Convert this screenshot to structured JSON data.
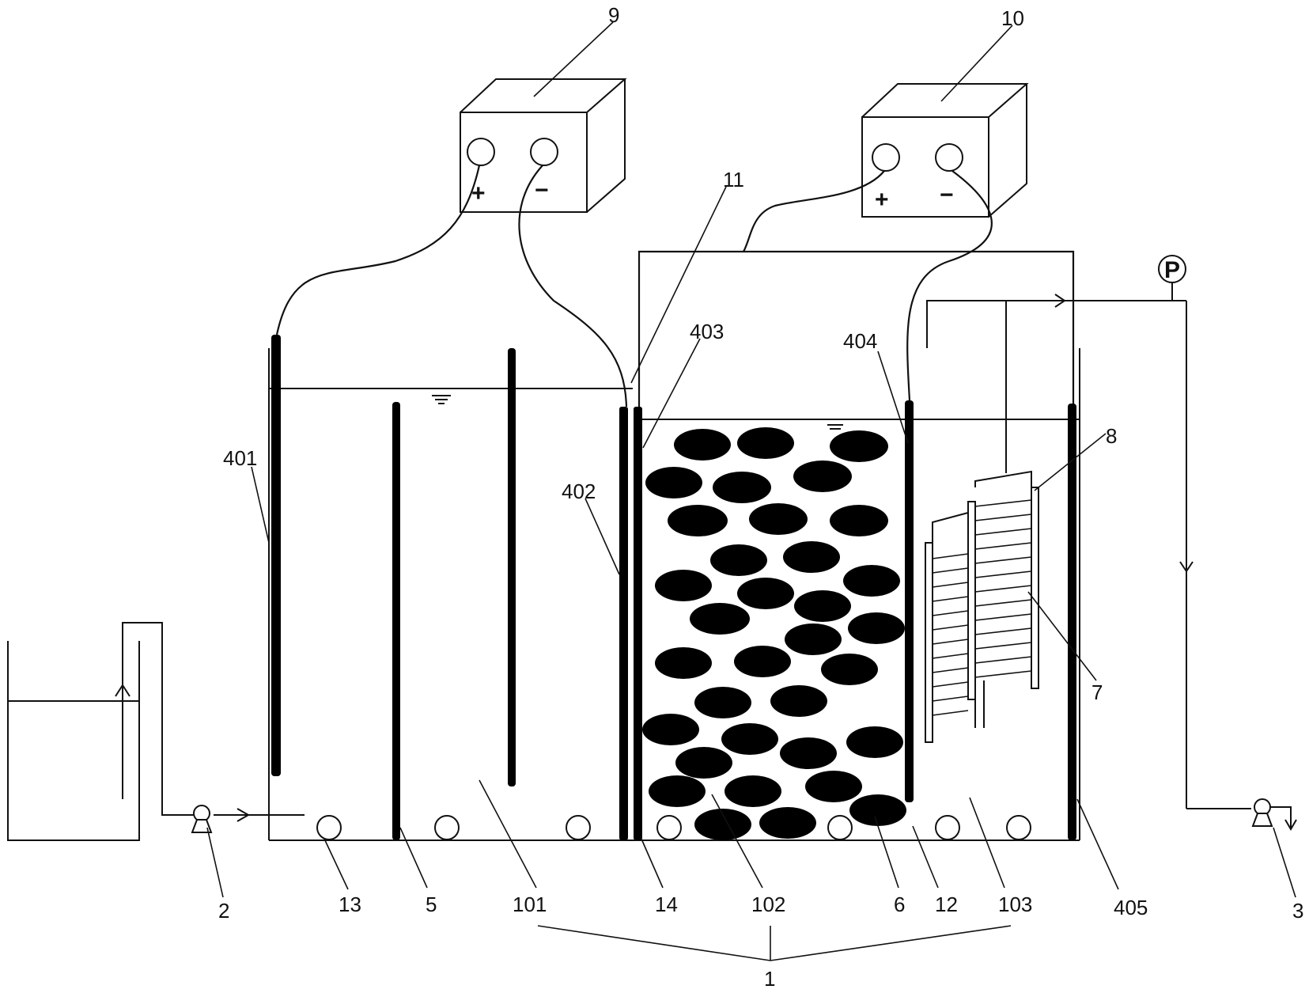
{
  "labels": {
    "power_supply_a": "9",
    "power_supply_b": "10",
    "membrane_top": "11",
    "electrode_401": "401",
    "electrode_402": "402",
    "electrode_403": "403",
    "electrode_404": "404",
    "electrode_405": "405",
    "membrane_module": "8",
    "membrane_sheet": "7",
    "inlet_pump": "2",
    "outlet_pump": "3",
    "aerator": "13",
    "baffle": "5",
    "chamber_1": "101",
    "membrane_bottom": "14",
    "chamber_2": "102",
    "particle": "6",
    "separator": "12",
    "chamber_3": "103",
    "reactor": "1",
    "pressure_gauge": "P"
  },
  "terminals": {
    "plus": "+",
    "minus": "−"
  },
  "colors": {
    "ink": "#111111",
    "fill": "#000000",
    "background": "#ffffff"
  }
}
